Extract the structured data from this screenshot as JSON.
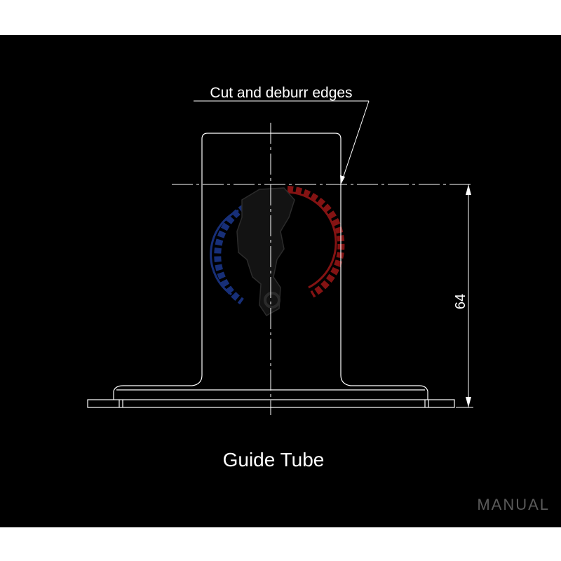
{
  "drawing": {
    "annotation": "Cut and deburr edges",
    "dimension_value": "64",
    "caption": "Guide Tube"
  },
  "watermark": {
    "text": "MANUAL"
  },
  "colors": {
    "background": "#000000",
    "line": "#ffffff",
    "logo_blue": "#1f3fa0",
    "logo_red": "#b01a1a",
    "watermark": "#5a5a5a"
  }
}
